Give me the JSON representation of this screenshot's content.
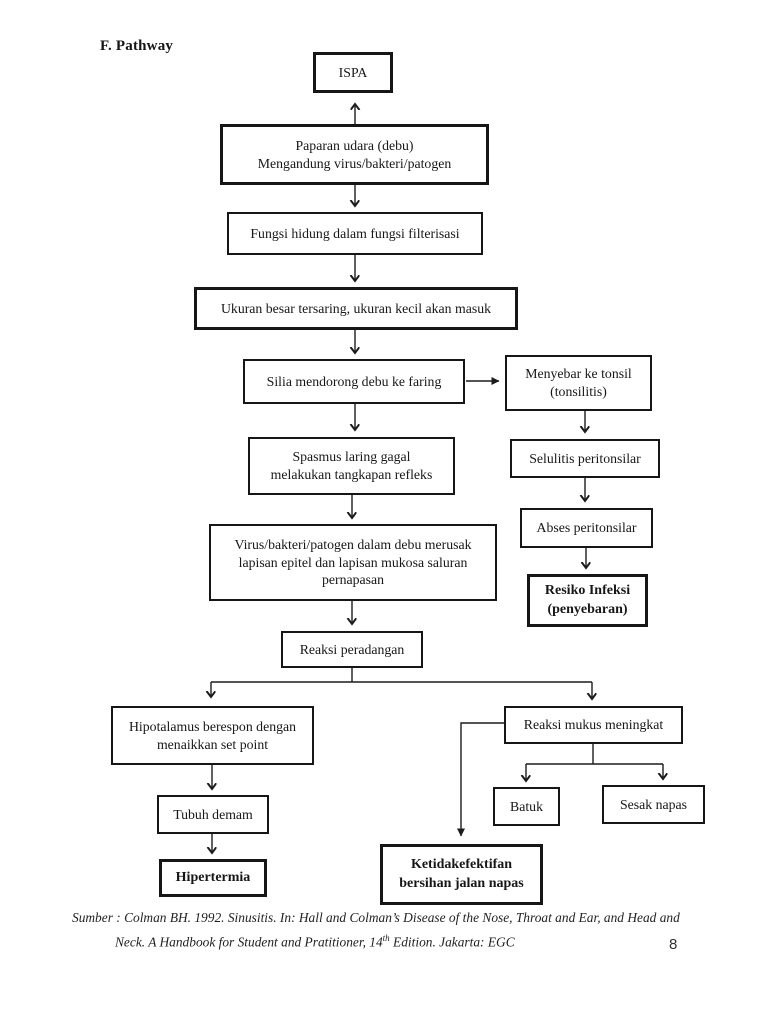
{
  "page": {
    "title": "F. Pathway",
    "page_number": "8"
  },
  "citation": {
    "line1": "Sumber : Colman BH. 1992. Sinusitis. In: Hall and Colman’s Disease of the Nose, Throat and Ear, and Head and",
    "line2_pre": "Neck. A Handbook for Student and Pratitioner, 14",
    "line2_sup": "th",
    "line2_post": " Edition. Jakarta: EGC"
  },
  "flowchart": {
    "nodes": {
      "ispa": {
        "text": "ISPA"
      },
      "paparan": {
        "text": "Paparan udara (debu)\nMengandung virus/bakteri/patogen"
      },
      "fungsi": {
        "text": "Fungsi hidung dalam fungsi filterisasi"
      },
      "ukuran": {
        "text": "Ukuran besar tersaring, ukuran kecil akan masuk"
      },
      "silia": {
        "text": "Silia mendorong debu ke faring"
      },
      "menyebar": {
        "text": "Menyebar ke tonsil\n(tonsilitis)"
      },
      "spasmus": {
        "text": "Spasmus laring gagal\nmelakukan tangkapan refleks"
      },
      "selulitis": {
        "text": "Selulitis peritonsilar"
      },
      "virus": {
        "text": "Virus/bakteri/patogen dalam debu merusak\nlapisan epitel dan lapisan mukosa saluran\npernapasan"
      },
      "abses": {
        "text": "Abses peritonsilar"
      },
      "resiko": {
        "text": "Resiko Infeksi\n(penyebaran)"
      },
      "peradangan": {
        "text": "Reaksi peradangan"
      },
      "hipotalamus": {
        "text": "Hipotalamus berespon dengan\nmenaikkan set point"
      },
      "mukus": {
        "text": "Reaksi mukus meningkat"
      },
      "demam": {
        "text": "Tubuh demam"
      },
      "batuk": {
        "text": "Batuk"
      },
      "sesak": {
        "text": "Sesak napas"
      },
      "hipertermia": {
        "text": "Hipertermia"
      },
      "ketidakefektifan": {
        "text": "Ketidakefektifan\nbersihan jalan napas"
      }
    }
  }
}
